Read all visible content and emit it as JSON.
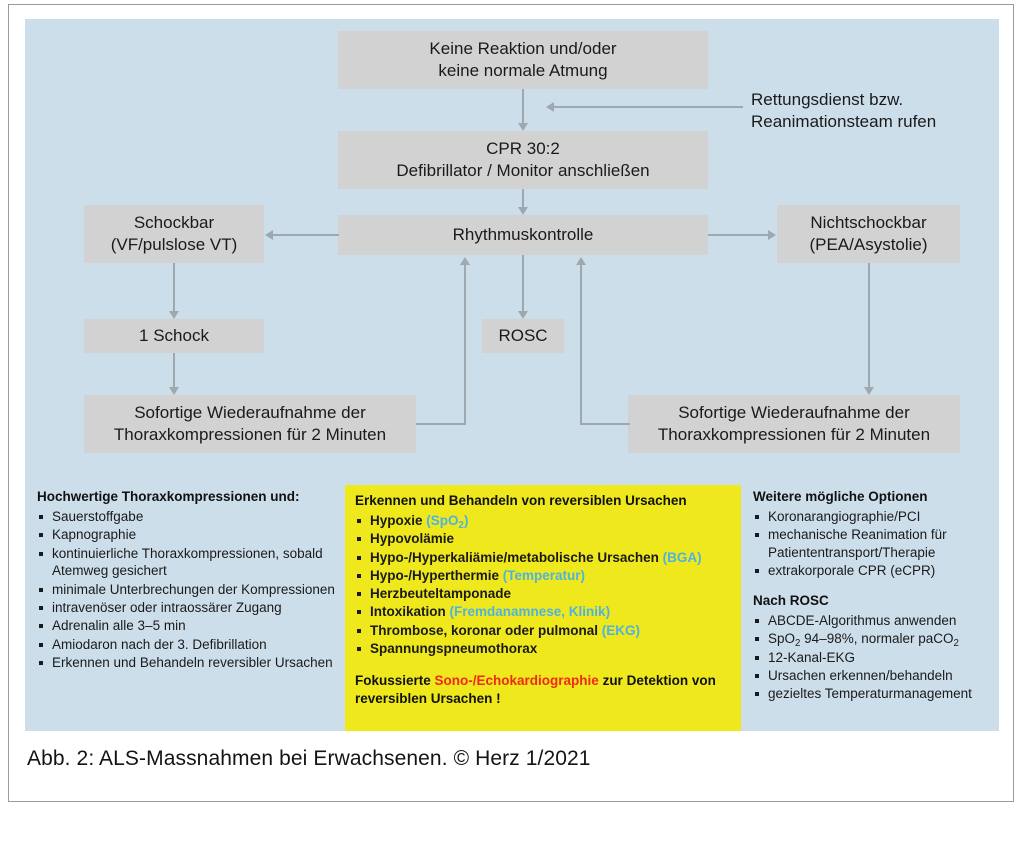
{
  "figure": {
    "caption": "Abb. 2: ALS-Massnahmen bei Erwachsenen. © Herz 1/2021",
    "background_color": "#cddeeb",
    "node_color": "#d2d2d2",
    "connector_color": "#9fa8ae",
    "highlight_color": "#efe81c"
  },
  "flowchart": {
    "nodes": {
      "no_response": {
        "line1": "Keine Reaktion und/oder",
        "line2": "keine normale Atmung"
      },
      "cpr": {
        "line1": "CPR 30:2",
        "line2": "Defibrillator / Monitor anschließen"
      },
      "rhythm_check": {
        "line1": "Rhythmuskontrolle"
      },
      "shockable": {
        "line1": "Schockbar",
        "line2": "(VF/pulslose VT)"
      },
      "non_shockable": {
        "line1": "Nichtschockbar",
        "line2": "(PEA/Asystolie)"
      },
      "one_shock": {
        "line1": "1 Schock"
      },
      "rosc": {
        "line1": "ROSC"
      },
      "resume_left": {
        "line1": "Sofortige Wiederaufnahme der",
        "line2": "Thoraxkompressionen für 2 Minuten"
      },
      "resume_right": {
        "line1": "Sofortige Wiederaufnahme der",
        "line2": "Thoraxkompressionen für 2 Minuten"
      }
    },
    "side_note": {
      "line1": "Rettungsdienst bzw.",
      "line2": "Reanimationsteam rufen"
    }
  },
  "panels": {
    "left": {
      "heading": "Hochwertige Thoraxkompressionen und:",
      "items": [
        "Sauerstoffgabe",
        "Kapnographie",
        "kontinuierliche Thoraxkompressionen, sobald Atemweg gesichert",
        "minimale Unterbrechungen der Kompressionen",
        "intravenöser oder intraossärer Zugang",
        "Adrenalin alle 3–5 min",
        "Amiodaron nach der 3. Defibrillation",
        "Erkennen und Behandeln reversibler Ursachen"
      ]
    },
    "center": {
      "heading": "Erkennen und Behandeln von reversiblen Ursachen",
      "items": [
        {
          "text": "Hypoxie ",
          "note": "(SpO2)",
          "color": "black"
        },
        {
          "text": "Hypovolämie",
          "note": "",
          "color": "red"
        },
        {
          "text": "Hypo-/Hyperkaliämie/metabolische Ursachen ",
          "note": "(BGA)",
          "color": "black"
        },
        {
          "text": "Hypo-/Hyperthermie ",
          "note": "(Temperatur)",
          "color": "black"
        },
        {
          "text": "Herzbeuteltamponade",
          "note": "",
          "color": "red"
        },
        {
          "text": "Intoxikation ",
          "note": "(Fremdanamnese, Klinik)",
          "color": "black"
        },
        {
          "text": "Thrombose, koronar oder pulmonal ",
          "note": "(EKG)",
          "color": "red"
        },
        {
          "text": "Spannungspneumothorax",
          "note": "",
          "color": "red"
        }
      ],
      "footer": {
        "part1": "Fokussierte ",
        "part2": "Sono-/Echokardiographie",
        "part3": " zur Detektion von reversiblen Ursachen !"
      }
    },
    "right": {
      "heading1": "Weitere mögliche Optionen",
      "items1": [
        "Koronarangiographie/PCI",
        "mechanische Reanimation für Patiententransport/Therapie",
        "extrakorporale CPR (eCPR)"
      ],
      "heading2": "Nach ROSC",
      "items2": [
        "ABCDE-Algorithmus anwenden",
        "SpO2 94–98%, normaler paCO2",
        "12-Kanal-EKG",
        "Ursachen erkennen/behandeln",
        "gezieltes Temperaturmanagement"
      ]
    }
  }
}
